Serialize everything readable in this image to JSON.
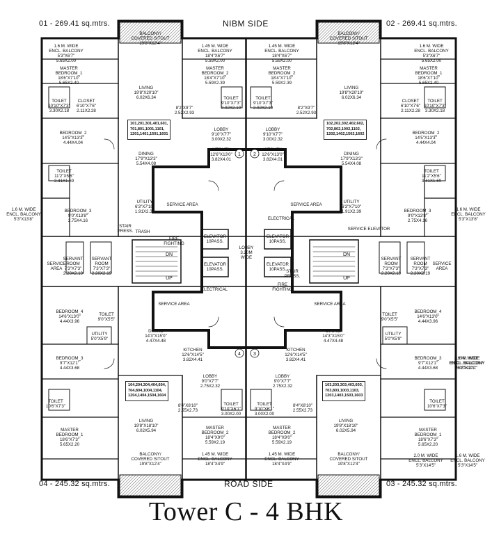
{
  "corners": {
    "top_left": "01 - 269.41 sq.mtrs.",
    "top_right": "02 - 269.41 sq.mtrs.",
    "bottom_left": "04 - 245.32 sq.mtrs.",
    "bottom_right": "03 - 245.32 sq.mtrs."
  },
  "sides": {
    "top": "NIBM SIDE",
    "bottom": "ROAD SIDE"
  },
  "title": "Tower C - 4 BHK",
  "unit_lists": {
    "unit1": [
      "101,201,301,401,601,",
      "701,801,1001,1101,",
      "1201,1401,1501,1601"
    ],
    "unit2": [
      "102,202,302,402,602,",
      "702,802,1002,1102,",
      "1202,1402,1502,1602"
    ],
    "unit4": [
      "104,204,304,404,604,",
      "704,804,1004,1104,",
      "1204,1404,1504,1604"
    ],
    "unit3": [
      "103,203,303,403,603,",
      "703,803,1003,1103,",
      "1203,1403,1503,1603"
    ]
  },
  "rooms": [
    {
      "lines": [
        "BALCONY/",
        "COVERED SITOUT",
        "19'8\"X12'4\""
      ]
    },
    {
      "lines": [
        "BALCONY/",
        "COVERED SITOUT",
        "19'8\"X12'4\""
      ]
    },
    {
      "lines": [
        "1.6 M. WIDE",
        "ENCL. BALCONY",
        "5'3\"X6'7\"",
        "5.65X2.00"
      ]
    },
    {
      "lines": [
        "1.6 M. WIDE",
        "ENCL. BALCONY",
        "5'3\"X6'7\"",
        "5.65X2.00"
      ]
    },
    {
      "lines": [
        "1.45 M. WIDE",
        "ENCL. BALCONY",
        "18'4\"X6'7\"",
        "5.59X2.00"
      ]
    },
    {
      "lines": [
        "1.45 M. WIDE",
        "ENCL. BALCONY",
        "18'4\"X6'7\"",
        "5.59X2.00"
      ]
    },
    {
      "lines": [
        "MASTER",
        "BEDROOM_1",
        "18'6\"X7'10\"",
        "5.65X2.40"
      ]
    },
    {
      "lines": [
        "MASTER",
        "BEDROOM_1",
        "18'6\"X7'10\"",
        "5.65X2.40"
      ]
    },
    {
      "lines": [
        "MASTER",
        "BEDROOM_2",
        "18'4\"X7'10\"",
        "5.59X2.39"
      ]
    },
    {
      "lines": [
        "MASTER",
        "BEDROOM_2",
        "18'4\"X7'10\"",
        "5.59X2.39"
      ]
    },
    {
      "lines": [
        "LIVING",
        "19'8\"X20'10\"",
        "6.02X6.34"
      ]
    },
    {
      "lines": [
        "LIVING",
        "19'8\"X20'10\"",
        "6.02X6.34"
      ]
    },
    {
      "lines": [
        "TOILET",
        "10'10\"X7'3\"",
        "3.30X2.18"
      ]
    },
    {
      "lines": [
        "TOILET",
        "10'10\"X7'3\"",
        "3.30X2.18"
      ]
    },
    {
      "lines": [
        "CLOSET",
        "6'10\"X7'6\"",
        "2.11X2.28"
      ]
    },
    {
      "lines": [
        "CLOSET",
        "6'10\"X7'6\"",
        "2.11X2.28"
      ]
    },
    {
      "lines": [
        "TOILET",
        "9'10\"X7'3\"",
        "3.02X2.19"
      ]
    },
    {
      "lines": [
        "TOILET",
        "9'10\"X7'3\"",
        "3.02X2.19"
      ]
    },
    {
      "lines": [
        "8'2\"X9'7\"",
        "2.52X2.93"
      ]
    },
    {
      "lines": [
        "8'2\"X9'7\"",
        "2.52X2.93"
      ]
    },
    {
      "lines": [
        "LOBBY",
        "9'10\"X7'7\"",
        "3.00X2.32"
      ]
    },
    {
      "lines": [
        "LOBBY",
        "9'10\"X7'7\"",
        "3.00X2.32"
      ]
    },
    {
      "lines": [
        "BEDROOM_2",
        "14'5\"X13'3\"",
        "4.44X4.04"
      ]
    },
    {
      "lines": [
        "BEDROOM_2",
        "14'5\"X13'3\"",
        "4.44X4.04"
      ]
    },
    {
      "lines": [
        "KITCHEN",
        "12'6\"X13'0\"",
        "3.82X4.01"
      ]
    },
    {
      "lines": [
        "KITCHEN",
        "12'6\"X13'0\"",
        "3.82X4.01"
      ]
    },
    {
      "lines": [
        "DINING",
        "17'9\"X13'3\"",
        "5.54X4.08"
      ]
    },
    {
      "lines": [
        "DINING",
        "17'9\"X13'3\"",
        "5.54X4.08"
      ]
    },
    {
      "lines": [
        "TOILET",
        "11'2\"X5'6\"",
        "3.41X1.69"
      ]
    },
    {
      "lines": [
        "TOILET",
        "11'2\"X5'6\"",
        "3.41X1.69"
      ]
    },
    {
      "lines": [
        "UTILITY",
        "6'3\"X7'10\"",
        "1.91X2.39"
      ]
    },
    {
      "lines": [
        "UTILITY",
        "6'3\"X7'10\"",
        "1.91X2.39"
      ]
    },
    {
      "lines": [
        "1.6 M. WIDE",
        "ENCL. BALCONY",
        "5'3\"X13'8\""
      ]
    },
    {
      "lines": [
        "1.6 M. WIDE",
        "ENCL. BALCONY",
        "5'3\"X13'8\""
      ]
    },
    {
      "lines": [
        "BEDROOM_3",
        "9'0\"X13'8\"",
        "2.75X4.16"
      ]
    },
    {
      "lines": [
        "BEDROOM_3",
        "9'0\"X13'8\"",
        "2.75X4.16"
      ]
    },
    {
      "lines": [
        "SERVICE AREA"
      ]
    },
    {
      "lines": [
        "SERVICE AREA"
      ]
    },
    {
      "lines": [
        "SERVICE ELEVATOR"
      ]
    },
    {
      "lines": [
        "ELECTRICAL"
      ]
    },
    {
      "lines": [
        "ELECTRICAL"
      ]
    },
    {
      "lines": [
        "STAIR",
        "PRESS."
      ]
    },
    {
      "lines": [
        "STAIR",
        "PRESS."
      ]
    },
    {
      "lines": [
        "TRASH"
      ]
    },
    {
      "lines": [
        "FIRE",
        "FIGHTING"
      ]
    },
    {
      "lines": [
        "FIRE",
        "FIGHTING"
      ]
    },
    {
      "lines": [
        "ELEVATOR",
        "10PASS."
      ]
    },
    {
      "lines": [
        "ELEVATOR",
        "10PASS."
      ]
    },
    {
      "lines": [
        "ELEVATOR",
        "10PASS."
      ]
    },
    {
      "lines": [
        "ELEVATOR",
        "10PASS."
      ]
    },
    {
      "lines": [
        "LOBBY",
        "3.20M",
        "WIDE"
      ]
    },
    {
      "lines": [
        "SERVANT",
        "ROOM",
        "7'3\"X7'3\"",
        "2.20X2.19"
      ]
    },
    {
      "lines": [
        "SERVANT",
        "ROOM",
        "7'3\"X7'3\"",
        "2.20X2.19"
      ]
    },
    {
      "lines": [
        "SERVANT",
        "ROOM",
        "7'3\"X7'3\"",
        "2.20X2.19"
      ]
    },
    {
      "lines": [
        "SERVANT",
        "ROOM",
        "7'3\"X7'3\"",
        "2.20X2.19"
      ]
    },
    {
      "lines": [
        "SERVICE",
        "AREA"
      ]
    },
    {
      "lines": [
        "SERVICE",
        "AREA"
      ]
    },
    {
      "lines": [
        "SERVICE AREA"
      ]
    },
    {
      "lines": [
        "SERVICE AREA"
      ]
    },
    {
      "lines": [
        "BEDROOM_4",
        "14'6\"X13'0\"",
        "4.44X3.96"
      ]
    },
    {
      "lines": [
        "BEDROOM_4",
        "14'6\"X13'0\"",
        "4.44X3.96"
      ]
    },
    {
      "lines": [
        "TOILET",
        "9'0\"X5'5\""
      ]
    },
    {
      "lines": [
        "TOILET",
        "9'0\"X5'5\""
      ]
    },
    {
      "lines": [
        "UTILITY",
        "5'0\"X5'9\""
      ]
    },
    {
      "lines": [
        "UTILITY",
        "5'0\"X5'9\""
      ]
    },
    {
      "lines": [
        "DINING",
        "14'3\"X15'0\"",
        "4.47X4.48"
      ]
    },
    {
      "lines": [
        "DINING",
        "14'3\"X15'0\"",
        "4.47X4.48"
      ]
    },
    {
      "lines": [
        "KITCHEN",
        "12'6\"X14'5\"",
        "3.82X4.41"
      ]
    },
    {
      "lines": [
        "KITCHEN",
        "12'6\"X14'5\"",
        "3.82X4.41"
      ]
    },
    {
      "lines": [
        "BEDROOM_3",
        "9'7\"X12'1\"",
        "4.44X3.68"
      ]
    },
    {
      "lines": [
        "BEDROOM_3",
        "9'7\"X12'1\"",
        "4.44X3.68"
      ]
    },
    {
      "lines": [
        "1.6 M. WIDE",
        "ENCL. BALCONY",
        "5'3\"X12'1\""
      ]
    },
    {
      "lines": [
        "1.6 M. WIDE",
        "ENCL. BALCONY",
        "5'3\"X12'1\""
      ]
    },
    {
      "lines": [
        "LOBBY",
        "9'0\"X7'7\"",
        "2.75X2.32"
      ]
    },
    {
      "lines": [
        "LOBBY",
        "9'0\"X7'7\"",
        "2.75X2.32"
      ]
    },
    {
      "lines": [
        "TOILET",
        "10'6\"X7'3\""
      ]
    },
    {
      "lines": [
        "TOILET",
        "10'6\"X7'3\""
      ]
    },
    {
      "lines": [
        "TOILET",
        "9'10\"X6'1\"",
        "3.00X2.00"
      ]
    },
    {
      "lines": [
        "TOILET",
        "9'10\"X6'1\"",
        "3.00X2.00"
      ]
    },
    {
      "lines": [
        "8'4\"X8'10\"",
        "2.55X2.73"
      ]
    },
    {
      "lines": [
        "8'4\"X8'10\"",
        "2.55X2.73"
      ]
    },
    {
      "lines": [
        "LIVING",
        "19'8\"X18'10\"",
        "6.02X5.94"
      ]
    },
    {
      "lines": [
        "LIVING",
        "19'8\"X18'10\"",
        "6.02X5.94"
      ]
    },
    {
      "lines": [
        "MASTER",
        "BEDROOM_1",
        "18'6\"X7'3\"",
        "5.65X2.20"
      ]
    },
    {
      "lines": [
        "MASTER",
        "BEDROOM_1",
        "18'6\"X7'3\"",
        "5.65X2.20"
      ]
    },
    {
      "lines": [
        "MASTER",
        "BEDROOM_2",
        "18'4\"X9'0\"",
        "5.59X2.19"
      ]
    },
    {
      "lines": [
        "MASTER",
        "BEDROOM_2",
        "18'4\"X9'0\"",
        "5.59X2.19"
      ]
    },
    {
      "lines": [
        "BALCONY/",
        "COVERED SITOUT",
        "19'8\"X12'4\""
      ]
    },
    {
      "lines": [
        "BALCONY/",
        "COVERED SITOUT",
        "19'8\"X12'4\""
      ]
    },
    {
      "lines": [
        "1.45 M. WIDE",
        "ENCL. BALCONY",
        "18'4\"X4'9\""
      ]
    },
    {
      "lines": [
        "1.45 M. WIDE",
        "ENCL. BALCONY",
        "18'4\"X4'9\""
      ]
    },
    {
      "lines": [
        "2.0 M. WIDE",
        "ENCL. BALCONY",
        "5'3\"X14'5\""
      ]
    },
    {
      "lines": [
        "1.6 M. WIDE",
        "ENCL. BALCONY",
        "5'3\"X14'5\""
      ]
    }
  ],
  "core_markers": [
    "1",
    "2",
    "3",
    "4"
  ],
  "stair_labels": [
    "DN",
    "UP",
    "DN",
    "UP"
  ]
}
